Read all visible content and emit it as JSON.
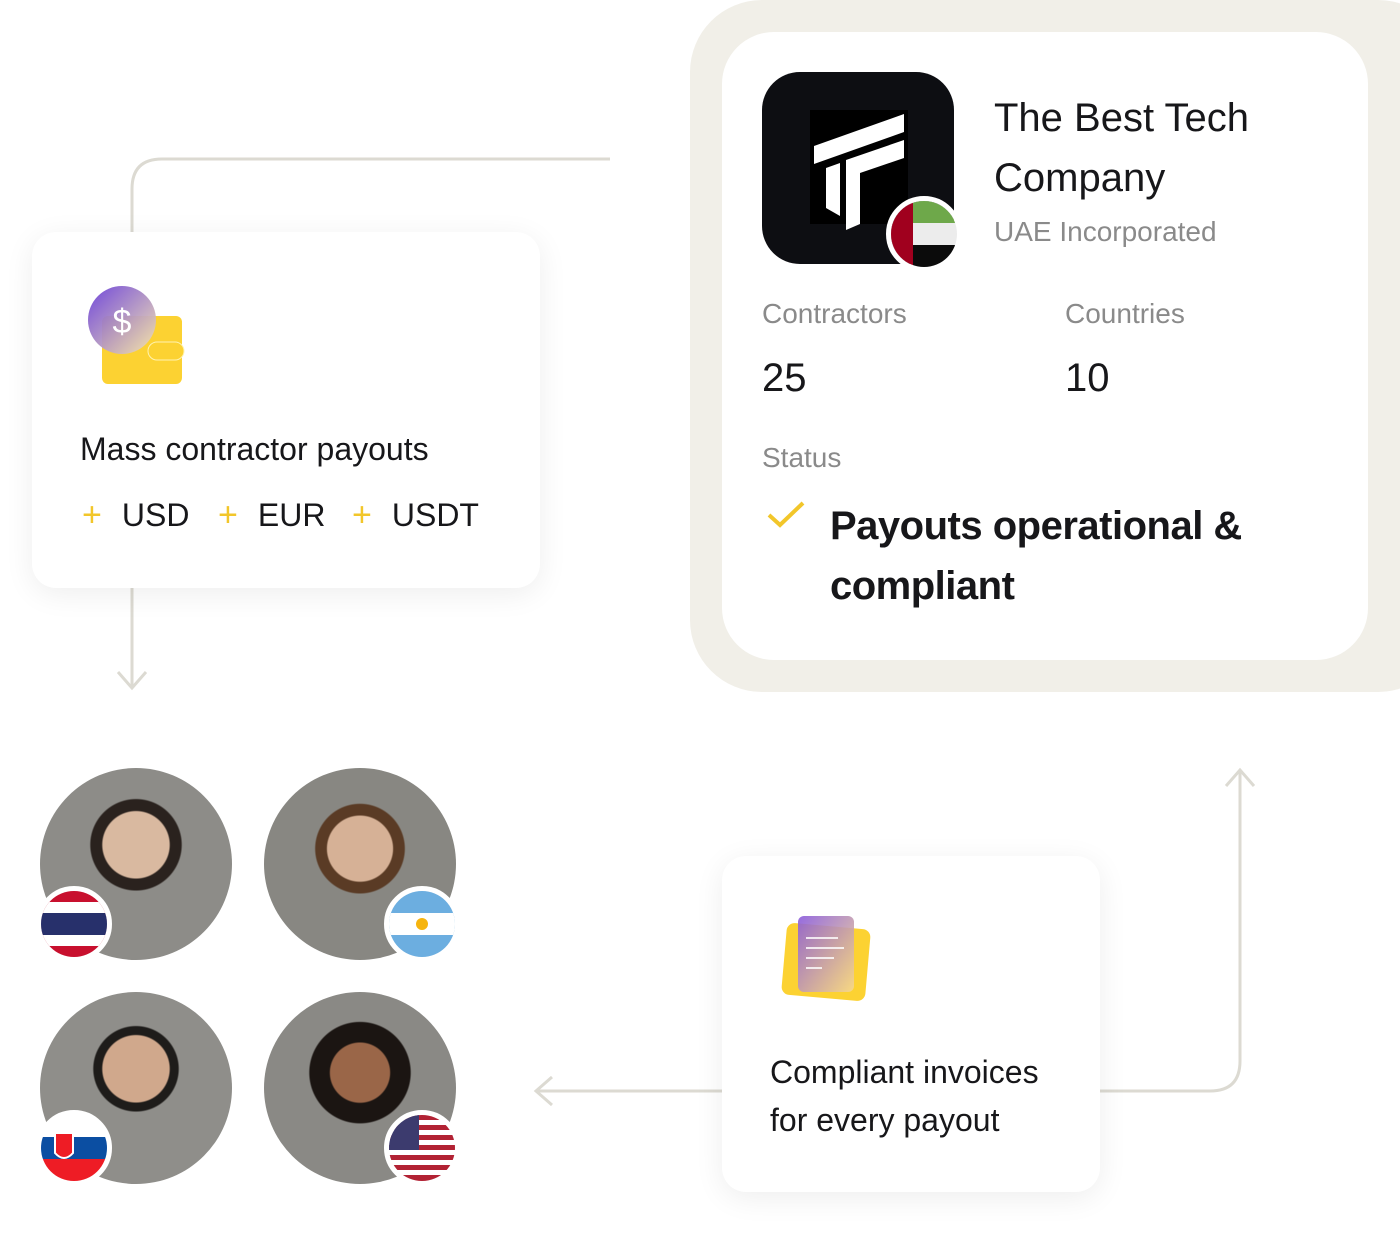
{
  "company": {
    "name_line1": "The Best Tech",
    "name_line2": "Company",
    "incorporation": "UAE Incorporated",
    "logo_icon": "tt-logo-icon",
    "flag": "uae-flag"
  },
  "stats": [
    {
      "label": "Contractors",
      "value": "25"
    },
    {
      "label": "Countries",
      "value": "10"
    }
  ],
  "status": {
    "label": "Status",
    "text": "Payouts operational & compliant"
  },
  "payouts_card": {
    "title": "Mass contractor payouts",
    "currencies": [
      "USD",
      "EUR",
      "USDT"
    ],
    "plus_symbol": "+"
  },
  "invoice_card": {
    "title_line1": "Compliant invoices",
    "title_line2": "for every payout"
  },
  "contractors": [
    {
      "flag": "thailand-flag"
    },
    {
      "flag": "argentina-flag"
    },
    {
      "flag": "slovakia-flag"
    },
    {
      "flag": "usa-flag"
    }
  ],
  "colors": {
    "accent_yellow": "#f2c62a",
    "panel": "#f1efe8",
    "check": "#f2c62a"
  }
}
